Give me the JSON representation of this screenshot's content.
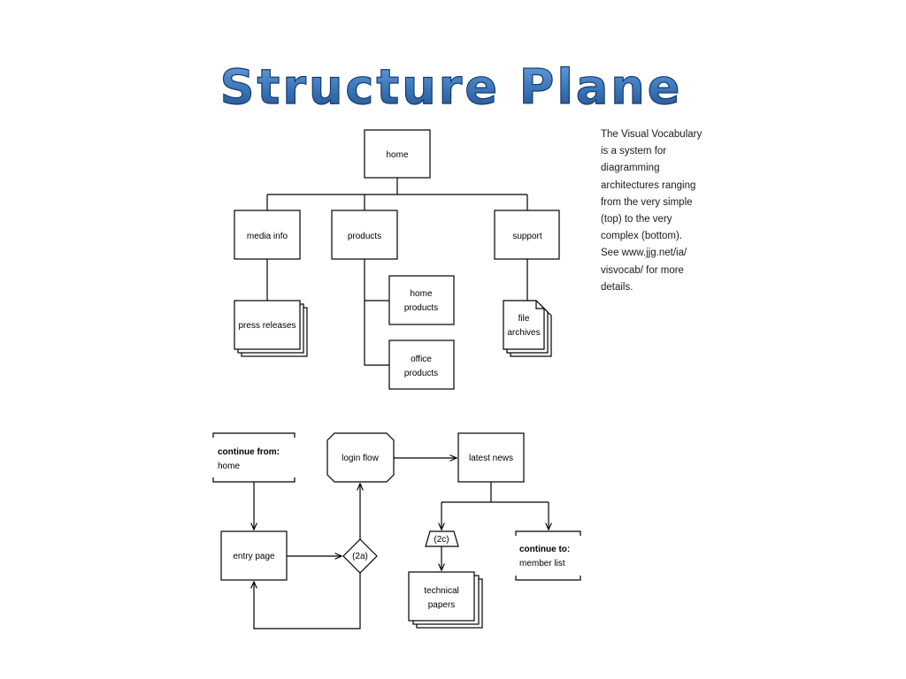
{
  "title": "Structure Plane",
  "caption_lines": [
    "The Visual Vocabulary",
    "is a system for",
    "diagramming",
    "architectures ranging",
    "from the very simple",
    "(top) to the very",
    "complex (bottom).",
    "See www.jjg.net/ia/",
    "visvocab/ for more",
    "details."
  ],
  "top_diagram": {
    "home": "home",
    "media_info": "media info",
    "products": "products",
    "support": "support",
    "press_releases": "press releases",
    "home_products": [
      "home",
      "products"
    ],
    "office_products": [
      "office",
      "products"
    ],
    "file_archives": [
      "file",
      "archives"
    ]
  },
  "bottom_diagram": {
    "continue_from_label": "continue from:",
    "continue_from_target": "home",
    "login_flow": "login flow",
    "latest_news": "latest news",
    "entry_page": "entry page",
    "conditional_2a": "(2a)",
    "connector_2c": "(2c)",
    "continue_to_label": "continue to:",
    "continue_to_target": "member list",
    "technical_papers": [
      "technical",
      "papers"
    ]
  },
  "colors": {
    "title_fill_top": "#4a86c8",
    "title_fill_bottom": "#1f4f8f",
    "title_stroke": "#163a6b"
  }
}
